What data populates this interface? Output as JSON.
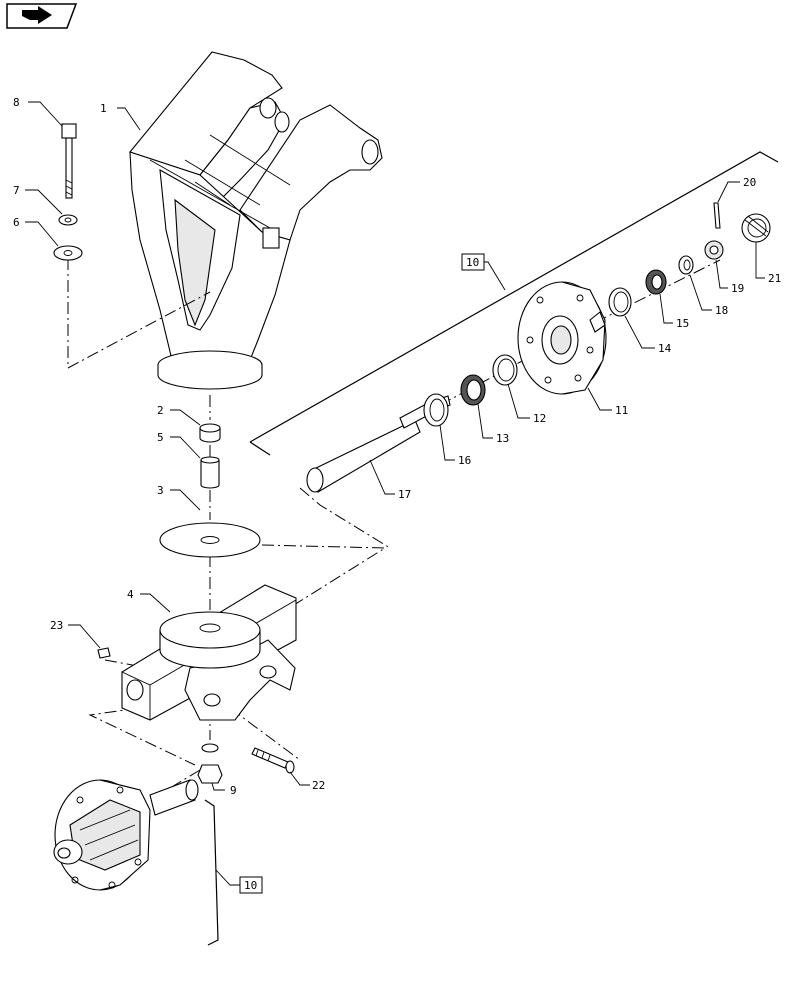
{
  "callouts": {
    "c1": "1",
    "c2": "2",
    "c3": "3",
    "c4": "4",
    "c5": "5",
    "c6": "6",
    "c7": "7",
    "c8": "8",
    "c9": "9",
    "c10a": "10",
    "c10b": "10",
    "c11": "11",
    "c12": "12",
    "c13": "13",
    "c14": "14",
    "c15": "15",
    "c16": "16",
    "c17": "17",
    "c18": "18",
    "c19": "19",
    "c20": "20",
    "c21": "21",
    "c22": "22",
    "c23": "23"
  },
  "icons": {
    "nav": "back-arrow-icon"
  }
}
